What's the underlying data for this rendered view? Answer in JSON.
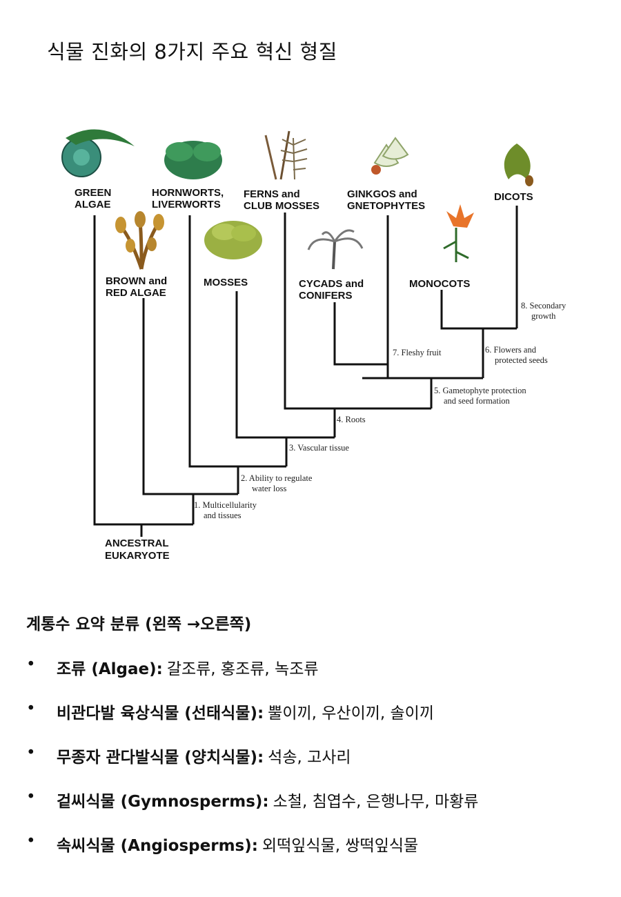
{
  "title": "식물 진화의 8가지 주요 혁신 형질",
  "tree": {
    "taxa": [
      {
        "id": "green-algae",
        "lines": [
          "GREEN",
          "ALGAE"
        ]
      },
      {
        "id": "brown-red-algae",
        "lines": [
          "BROWN and",
          "RED ALGAE"
        ]
      },
      {
        "id": "hornworts-liverworts",
        "lines": [
          "HORNWORTS,",
          "LIVERWORTS"
        ]
      },
      {
        "id": "mosses",
        "lines": [
          "MOSSES"
        ]
      },
      {
        "id": "ferns-club-mosses",
        "lines": [
          "FERNS and",
          "CLUB MOSSES"
        ]
      },
      {
        "id": "cycads-conifers",
        "lines": [
          "CYCADS and",
          "CONIFERS"
        ]
      },
      {
        "id": "ginkgos-gnetophytes",
        "lines": [
          "GINKGOS and",
          "GNETOPHYTES"
        ]
      },
      {
        "id": "monocots",
        "lines": [
          "MONOCOTS"
        ]
      },
      {
        "id": "dicots",
        "lines": [
          "DICOTS"
        ]
      }
    ],
    "root_lines": [
      "ANCESTRAL",
      "EUKARYOTE"
    ],
    "innovations": [
      {
        "id": "multicellularity",
        "lines": [
          "1. Multicellularity",
          "and tissues"
        ]
      },
      {
        "id": "water-loss",
        "lines": [
          "2. Ability to regulate",
          "water loss"
        ]
      },
      {
        "id": "vascular",
        "lines": [
          "3. Vascular tissue"
        ]
      },
      {
        "id": "roots",
        "lines": [
          "4. Roots"
        ]
      },
      {
        "id": "gametophyte",
        "lines": [
          "5. Gametophyte protection",
          "and seed formation"
        ]
      },
      {
        "id": "flowers",
        "lines": [
          "6. Flowers and",
          "protected seeds"
        ]
      },
      {
        "id": "fleshy-fruit",
        "lines": [
          "7. Fleshy fruit"
        ]
      },
      {
        "id": "secondary-growth",
        "lines": [
          "8. Secondary",
          "growth"
        ]
      }
    ]
  },
  "summary": {
    "heading": "계통수 요약 분류 (왼쪽 →오른쪽)",
    "bullet": "•",
    "items": [
      {
        "name": "조류 (Algae):",
        "members": "갈조류, 홍조류, 녹조류"
      },
      {
        "name": "비관다발 육상식물 (선태식물):",
        "members": "뿔이끼, 우산이끼, 솔이끼"
      },
      {
        "name": "무종자 관다발식물 (양치식물):",
        "members": "석송, 고사리"
      },
      {
        "name": "겉씨식물 (Gymnosperms):",
        "members": "소철, 침엽수, 은행나무, 마황류"
      },
      {
        "name": "속씨식물 (Angiosperms):",
        "members": "외떡잎식물, 쌍떡잎식물"
      }
    ]
  },
  "colors": {
    "line": "#111111",
    "leaf_green": "#3f8a4c",
    "moss": "#8fa43a",
    "kelp": "#b7862e",
    "lily": "#e8742a",
    "oak": "#6e8d2a"
  }
}
